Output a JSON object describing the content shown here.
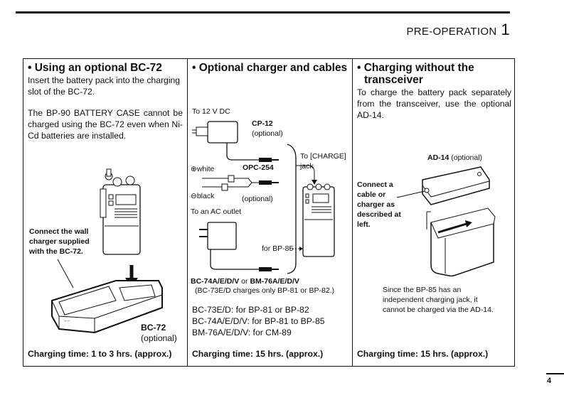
{
  "header": {
    "section_title": "PRE-OPERATION",
    "chapter_number": "1"
  },
  "columns": [
    {
      "heading": "• Using an optional BC-72",
      "paragraphs": [
        "Insert the battery pack into the charging slot of the BC-72.",
        "The BP-90 BATTERY CASE cannot be charged using the BC-72 even when Ni-Cd batteries are installed."
      ],
      "callout": "Connect the wall charger supplied with the BC-72.",
      "device_label": "BC-72",
      "device_note": "(optional)",
      "charging_time": "Charging time: 1 to 3 hrs. (approx.)"
    },
    {
      "heading": "• Optional charger and cables",
      "labels": {
        "dc": "To 12 V DC",
        "cp12": "CP-12",
        "cp12_note": "(optional)",
        "charge_jack_1": "To [CHARGE]",
        "charge_jack_2": "jack",
        "white": "white",
        "black": "black",
        "opc254": "OPC-254",
        "opc254_note": "(optional)",
        "ac": "To an AC outlet",
        "for_bp85": "for BP-85",
        "chargers_a": "BC-74A/E/D/V",
        "chargers_or": " or ",
        "chargers_b": "BM-76A/E/D/V",
        "bc73_note": "(BC-73E/D charges only BP-81 or BP-82.)"
      },
      "compat_list": [
        "BC-73E/D: for BP-81 or BP-82",
        "BC-74A/E/D/V: for BP-81 to BP-85",
        "BM-76A/E/D/V: for CM-89"
      ],
      "charging_time": "Charging time: 15 hrs. (approx.)"
    },
    {
      "heading_line1": "• Charging without the",
      "heading_line2": "transceiver",
      "paragraph": "To charge the battery pack separately from the transceiver, use the optional AD-14.",
      "device_label": "AD-14",
      "device_note": " (optional)",
      "callout": [
        "Connect a",
        "cable or",
        "charger as",
        "described at",
        "left."
      ],
      "note": [
        "Since the BP-85 has an",
        "independent charging jack, it",
        "cannot be charged via the AD-14."
      ],
      "charging_time": "Charging time: 15 hrs. (approx.)"
    }
  ],
  "footer": {
    "page_number": "4"
  },
  "icons": {
    "plus": "⊕",
    "minus": "⊖"
  }
}
